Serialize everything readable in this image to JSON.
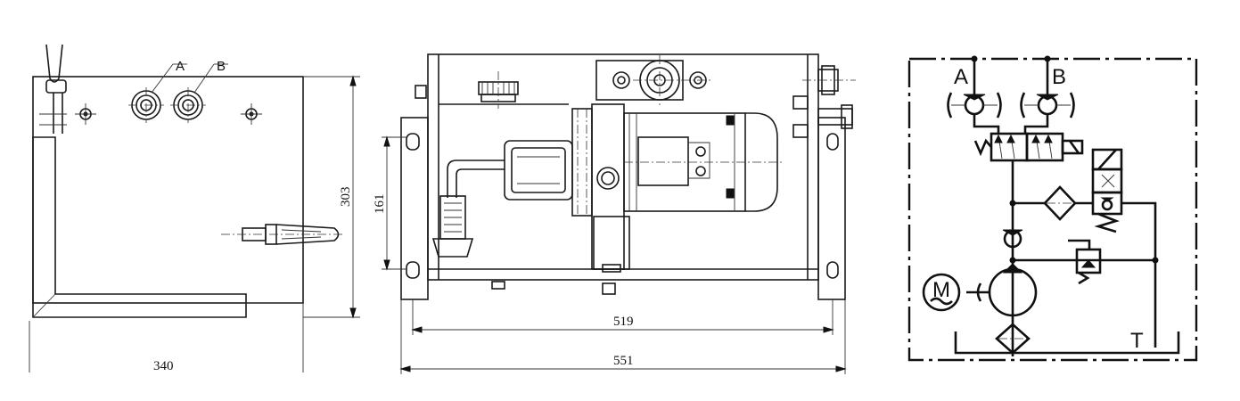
{
  "side_view": {
    "labels": {
      "a": "A",
      "b": "B"
    },
    "dims": {
      "width": "340",
      "height": "303"
    }
  },
  "front_view": {
    "dims": {
      "height": "161",
      "inner_width": "519",
      "overall_width": "551"
    }
  },
  "schematic": {
    "ports": {
      "a": "A",
      "b": "B",
      "tank": "T"
    },
    "motor_symbol": "M"
  },
  "colors": {
    "ink": "#1a1a1a",
    "paper": "#ffffff"
  }
}
